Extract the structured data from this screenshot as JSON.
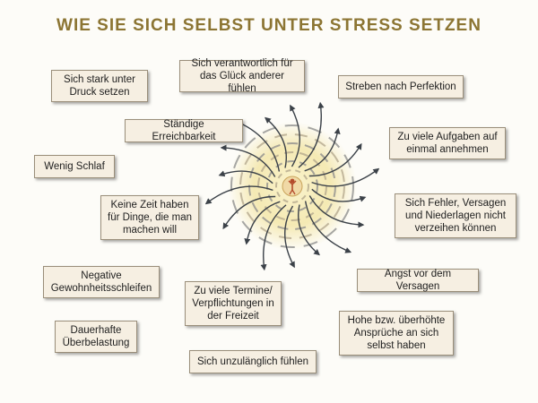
{
  "title": "WIE SIE SICH SELBST UNTER STRESS SETZEN",
  "colors": {
    "title": "#8c7533",
    "box_bg": "#f6efe2",
    "box_border": "#9a8e7a",
    "glow": "#f3e6a8",
    "arrow": "#3b4148",
    "figure": "#b34a2a"
  },
  "center_icon": "stressed-person-icon",
  "causes": [
    {
      "id": "druck",
      "text": "Sich stark unter Druck setzen"
    },
    {
      "id": "verantwortlich",
      "text": "Sich verantwortlich für das Glück anderer fühlen"
    },
    {
      "id": "perfektion",
      "text": "Streben nach Perfektion"
    },
    {
      "id": "erreichbarkeit",
      "text": "Ständige Erreichbarkeit"
    },
    {
      "id": "aufgaben",
      "text": "Zu viele Aufgaben auf einmal annehmen"
    },
    {
      "id": "schlaf",
      "text": "Wenig Schlaf"
    },
    {
      "id": "zeit",
      "text": "Keine Zeit haben für Dinge, die man machen will"
    },
    {
      "id": "fehler",
      "text": "Sich Fehler, Versagen und Niederlagen nicht verzeihen können"
    },
    {
      "id": "gewohnheit",
      "text": "Negative Gewohnheitsschleifen"
    },
    {
      "id": "termine",
      "text": "Zu viele Termine/ Verpflichtungen in der Freizeit"
    },
    {
      "id": "angst",
      "text": "Angst vor dem Versagen"
    },
    {
      "id": "dauer",
      "text": "Dauerhafte Überbelastung"
    },
    {
      "id": "ansprueche",
      "text": "Hohe bzw. überhöhte Ansprüche an sich selbst haben"
    },
    {
      "id": "unzulaenglich",
      "text": "Sich unzulänglich fühlen"
    }
  ]
}
